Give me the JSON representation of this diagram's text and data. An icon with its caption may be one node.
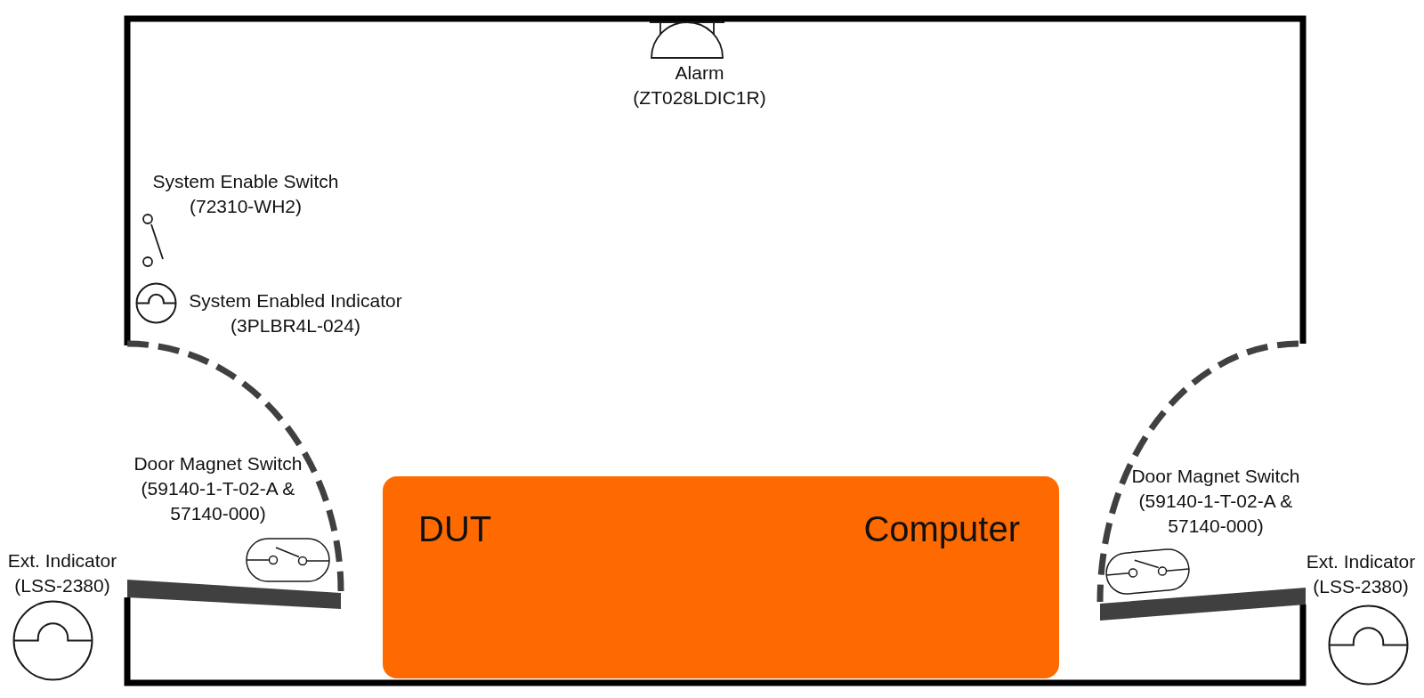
{
  "diagram": {
    "nodes": [
      {
        "text": [
          "DUT",
          "Computer"
        ]
      }
    ],
    "labels": [
      "Alarm (ZT028LDIC1R)",
      "System Enable Switch (72310-WH2)",
      "System Enabled Indicator (3PLBR4L-024)",
      "Door Magnet Switch (59140-1-T-02-A & 57140-000)",
      "Door Magnet Switch (59140-1-T-02-A & 57140-000)",
      "Ext. Indicator (LSS-2380)",
      "Ext. Indicator (LSS-2380)"
    ]
  }
}
